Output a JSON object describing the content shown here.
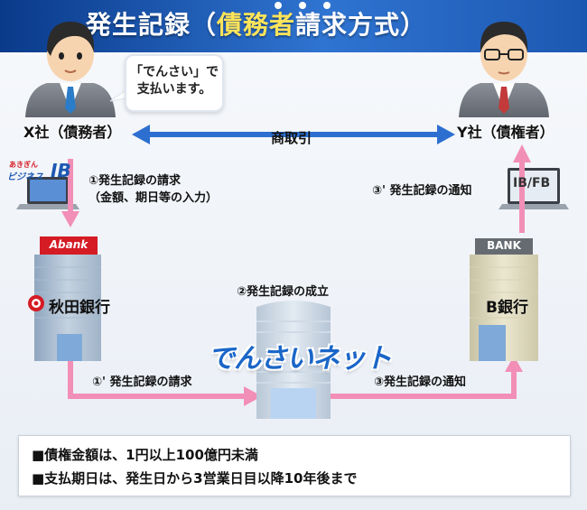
{
  "header": {
    "title_pre": "発生記録（",
    "title_accent": "債務者",
    "title_post": "請求方式）",
    "accent_color": "#ffe45a"
  },
  "speech_bubble": "「でんさい」で\n支払います。",
  "parties": {
    "debtor": "X社（債務者）",
    "creditor": "Y社（債権者）"
  },
  "trade_label": "商取引",
  "ib_logo": {
    "top": "あきぎん",
    "bottom": "ビジネス",
    "mark": "IB"
  },
  "steps": {
    "s1": "①発生記録の請求\n（金額、期日等の入力）",
    "s3dash": "③' 発生記録の通知",
    "s2": "②発生記録の成立",
    "s1dash": "①' 発生記録の請求",
    "s3": "③発生記録の通知"
  },
  "terminal_ibfb": "IB/FB",
  "banks": {
    "a_sign": "Abank",
    "a_name": "秋田銀行",
    "b_sign": "BANK",
    "b_name": "B銀行"
  },
  "densai_net": "でんさいネット",
  "notes": [
    "■債権金額は、1円以上100億円未満",
    "■支払期日は、発生日から3営業日目以降10年後まで"
  ],
  "colors": {
    "pink_arrow": "#f28fb6",
    "blue_arrow": "#2d6fd0",
    "header_blue": "#1c58b2",
    "abank_red": "#d51b24"
  }
}
